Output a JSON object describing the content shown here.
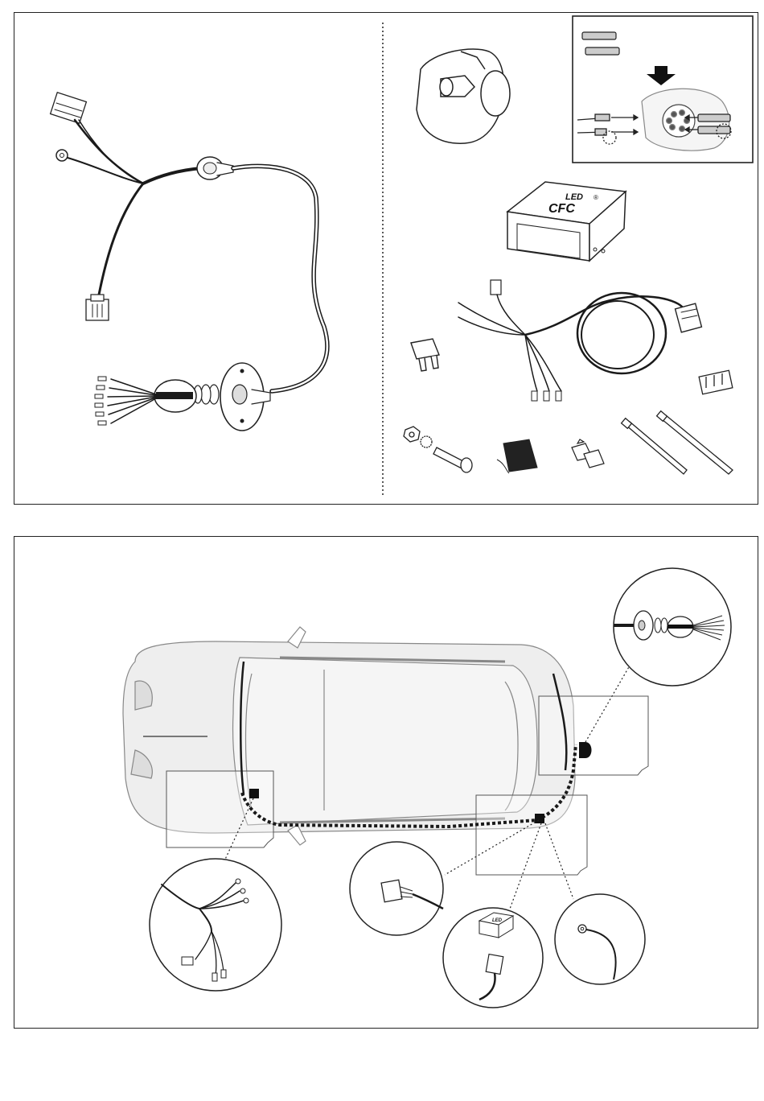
{
  "top_panel": {
    "module_label": "LED",
    "module_badge": "CFC",
    "trademark": "®"
  },
  "bottom_panel": {
    "mini_module_label": "LED"
  },
  "colors": {
    "line": "#1a1a1a",
    "car_fill": "#eeeeee",
    "car_stroke": "#888888"
  }
}
